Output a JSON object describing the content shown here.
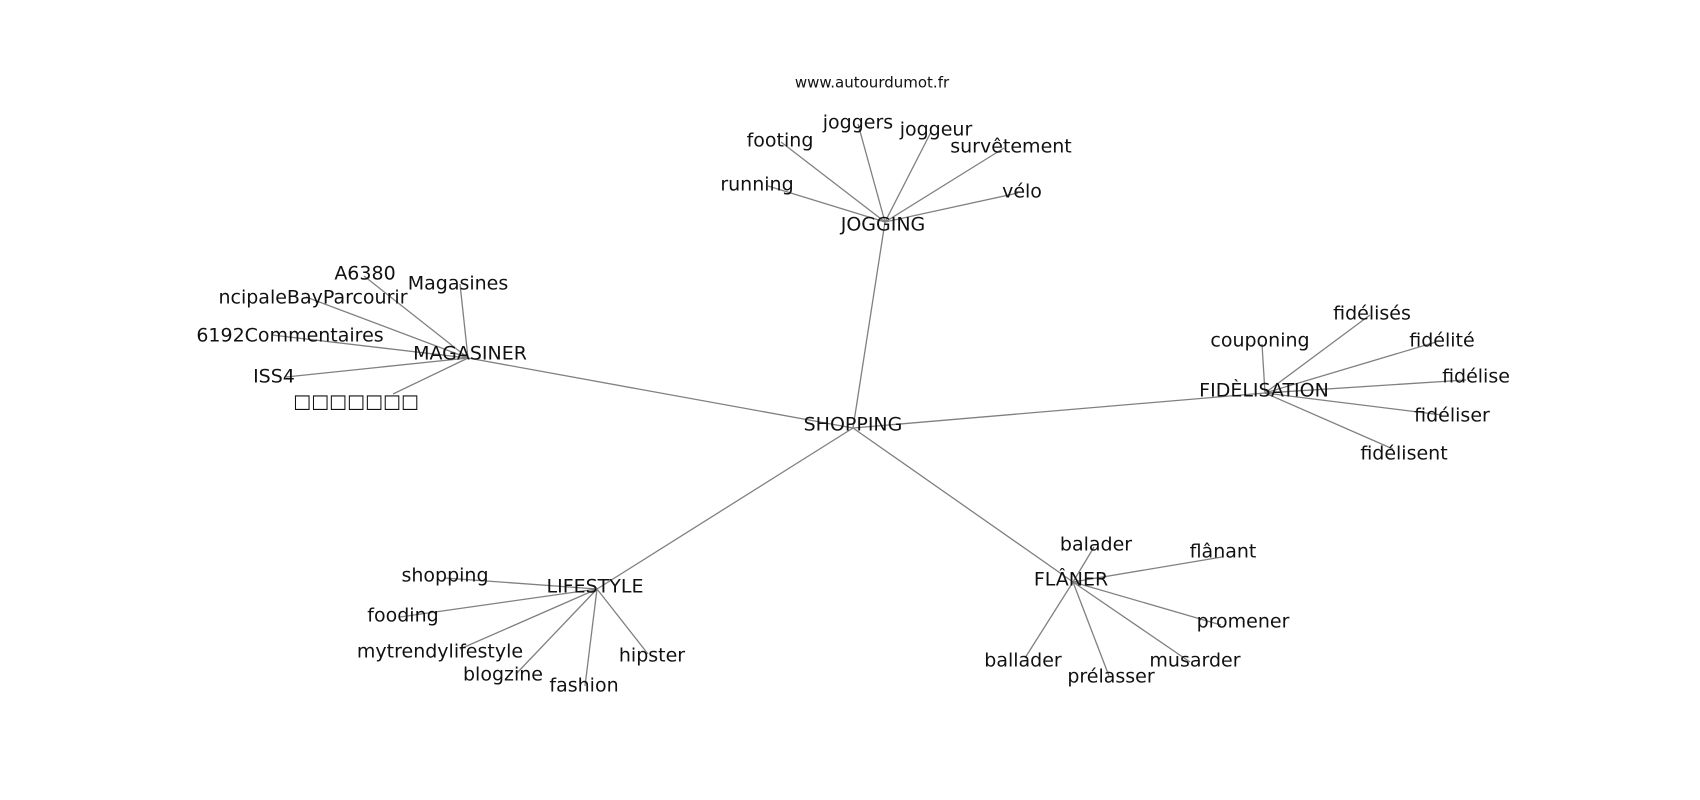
{
  "watermark": "www.autourdumot.fr",
  "graph": {
    "center": "SHOPPING",
    "hubs": [
      {
        "id": "jogging",
        "label": "JOGGING",
        "leaves": [
          "running",
          "footing",
          "joggers",
          "joggeur",
          "survêtement",
          "vélo"
        ]
      },
      {
        "id": "magasiner",
        "label": "MAGASINER",
        "leaves": [
          "A6380",
          "Magasines",
          "ncipaleBayParcourir",
          "6192Commentaires",
          "ISS4",
          "□□□□□□□"
        ]
      },
      {
        "id": "fidelisation",
        "label": "FIDÈLISATION",
        "leaves": [
          "couponing",
          "fidélisés",
          "fidélité",
          "fidélise",
          "fidéliser",
          "fidélisent"
        ]
      },
      {
        "id": "lifestyle",
        "label": "LIFESTYLE",
        "leaves": [
          "shopping",
          "fooding",
          "mytrendylifestyle",
          "blogzine",
          "fashion",
          "hipster"
        ]
      },
      {
        "id": "flaner",
        "label": "FLÂNER",
        "leaves": [
          "balader",
          "flânant",
          "promener",
          "musarder",
          "prélasser",
          "ballader"
        ]
      }
    ]
  }
}
